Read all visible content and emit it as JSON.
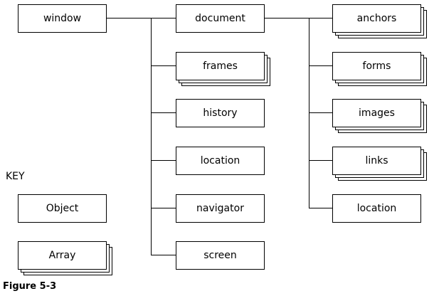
{
  "diagram": {
    "nodes": {
      "window": {
        "label": "window",
        "kind": "object"
      },
      "document": {
        "label": "document",
        "kind": "object"
      },
      "frames": {
        "label": "frames",
        "kind": "array"
      },
      "history": {
        "label": "history",
        "kind": "object"
      },
      "location": {
        "label": "location",
        "kind": "object"
      },
      "navigator": {
        "label": "navigator",
        "kind": "object"
      },
      "screen": {
        "label": "screen",
        "kind": "object"
      },
      "anchors": {
        "label": "anchors",
        "kind": "array"
      },
      "forms": {
        "label": "forms",
        "kind": "array"
      },
      "images": {
        "label": "images",
        "kind": "array"
      },
      "links": {
        "label": "links",
        "kind": "array"
      },
      "doc_location": {
        "label": "location",
        "kind": "object"
      }
    },
    "edges": [
      [
        "window",
        "document"
      ],
      [
        "window",
        "frames"
      ],
      [
        "window",
        "history"
      ],
      [
        "window",
        "location"
      ],
      [
        "window",
        "navigator"
      ],
      [
        "window",
        "screen"
      ],
      [
        "document",
        "anchors"
      ],
      [
        "document",
        "forms"
      ],
      [
        "document",
        "images"
      ],
      [
        "document",
        "links"
      ],
      [
        "document",
        "doc_location"
      ]
    ]
  },
  "key": {
    "title": "KEY",
    "object_label": "Object",
    "array_label": "Array"
  },
  "caption": "Figure 5-3"
}
